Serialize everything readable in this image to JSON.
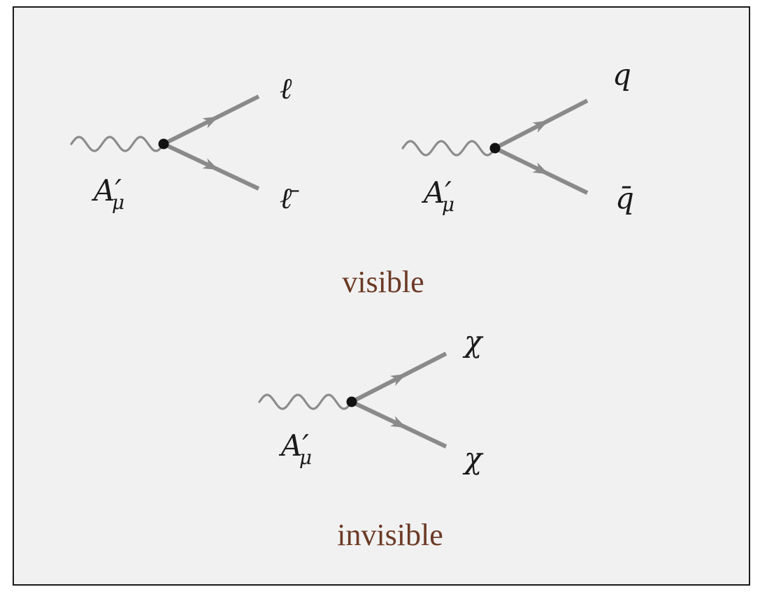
{
  "captions": {
    "visible": "visible",
    "invisible": "invisible"
  },
  "diagrams": {
    "lepton": {
      "boson": "A",
      "boson_prime": "′",
      "boson_sub": "μ",
      "out_top": "ℓ",
      "out_bottom": "ℓ̄"
    },
    "quark": {
      "boson": "A",
      "boson_prime": "′",
      "boson_sub": "μ",
      "out_top": "q",
      "out_bottom": "q̄"
    },
    "dark": {
      "boson": "A",
      "boson_prime": "′",
      "boson_sub": "μ",
      "out_top": "χ",
      "out_bottom": "χ"
    }
  },
  "colors": {
    "background": "#f1f1f1",
    "border": "#1a1a1a",
    "line": "#8a8a8a",
    "vertex": "#111111",
    "caption": "#6b3a26"
  }
}
